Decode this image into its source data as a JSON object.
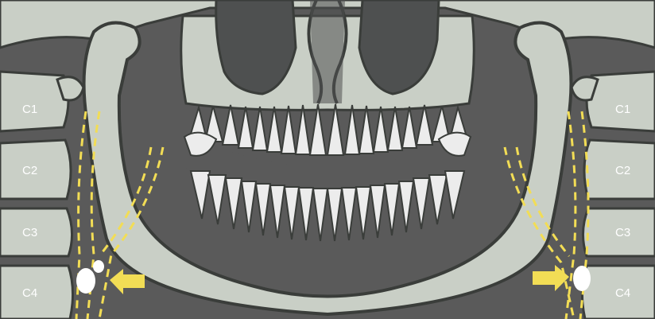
{
  "vertebrae": {
    "left": [
      {
        "label": "C1"
      },
      {
        "label": "C2"
      },
      {
        "label": "C3"
      },
      {
        "label": "C4"
      }
    ],
    "right": [
      {
        "label": "C1"
      },
      {
        "label": "C2"
      },
      {
        "label": "C3"
      },
      {
        "label": "C4"
      }
    ]
  },
  "colors": {
    "background": "#5a5a5a",
    "bone": "#c9cfc6",
    "outline": "#3a3d3a",
    "cavity": "#4e5050",
    "tooth": "#ececec",
    "artery": "#f2dd55",
    "arrow": "#f2dd55",
    "calcification": "#ffffff"
  },
  "icons": [
    "calcification-arrow-left",
    "calcification-arrow-right",
    "calcification-left",
    "calcification-right"
  ]
}
